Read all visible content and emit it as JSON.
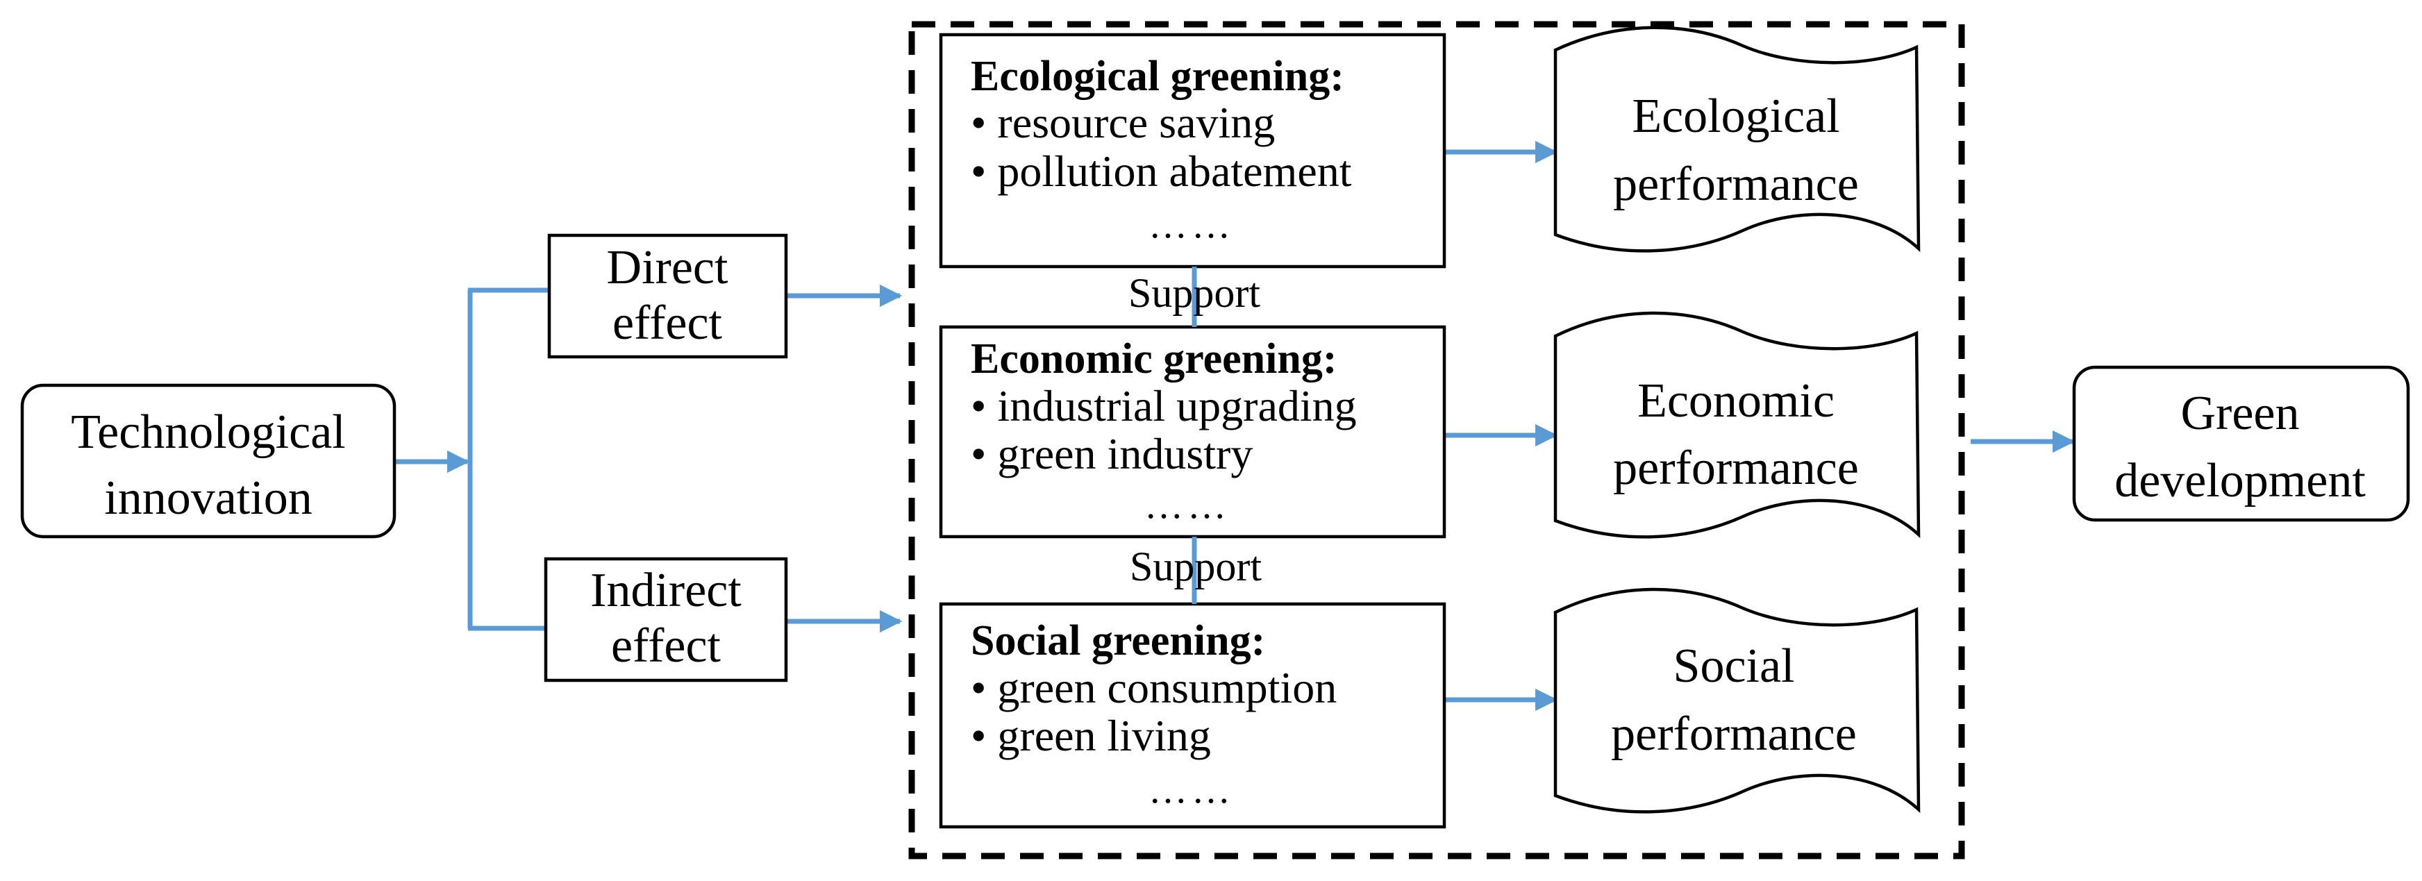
{
  "colors": {
    "arrow": "#5B9BD5",
    "border": "#000000",
    "background": "#ffffff"
  },
  "source": {
    "line1": "Technological",
    "line2": "innovation"
  },
  "direct": {
    "line1": "Direct",
    "line2": "effect"
  },
  "indirect": {
    "line1": "Indirect",
    "line2": "effect"
  },
  "greening": {
    "ecological": {
      "heading": "Ecological greening:",
      "item1": "• resource saving",
      "item2": "• pollution abatement",
      "more": "……"
    },
    "economic": {
      "heading": "Economic greening:",
      "item1": "• industrial upgrading",
      "item2": "• green industry",
      "more": "……"
    },
    "social": {
      "heading": "Social greening:",
      "item1": "• green consumption",
      "item2": "• green living",
      "more": "……"
    }
  },
  "support": {
    "label1": "Support",
    "label2": "Support"
  },
  "performance": {
    "ecological": {
      "line1": "Ecological",
      "line2": "performance"
    },
    "economic": {
      "line1": "Economic",
      "line2": "performance"
    },
    "social": {
      "line1": "Social",
      "line2": "performance"
    }
  },
  "target": {
    "line1": "Green",
    "line2": "development"
  }
}
